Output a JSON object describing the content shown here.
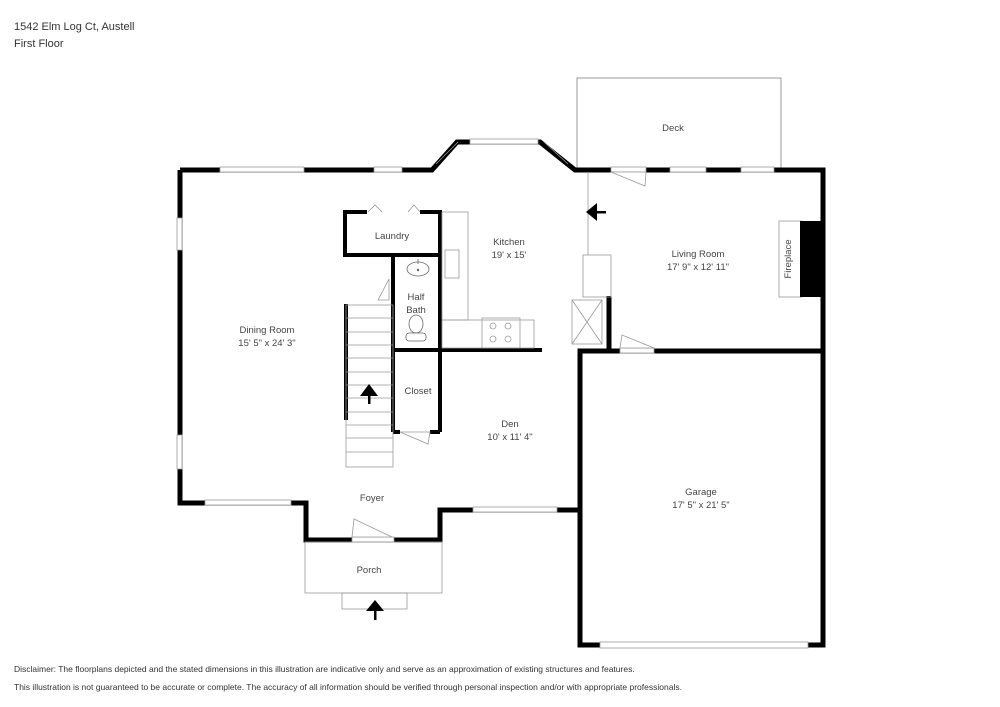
{
  "header": {
    "address": "1542 Elm Log Ct, Austell",
    "floor": "First Floor"
  },
  "rooms": {
    "deck": {
      "name": "Deck"
    },
    "laundry": {
      "name": "Laundry"
    },
    "kitchen": {
      "name": "Kitchen",
      "size": "19' x 15'"
    },
    "living_room": {
      "name": "Living Room",
      "size": "17' 9\" x 12' 11\""
    },
    "fireplace": {
      "name": "Fireplace"
    },
    "half_bath": {
      "name_line1": "Half",
      "name_line2": "Bath"
    },
    "dining_room": {
      "name": "Dining Room",
      "size": "15' 5\" x 24' 3\""
    },
    "closet": {
      "name": "Closet"
    },
    "den": {
      "name": "Den",
      "size": "10' x 11' 4\""
    },
    "foyer": {
      "name": "Foyer"
    },
    "porch": {
      "name": "Porch"
    },
    "garage": {
      "name": "Garage",
      "size": "17' 5\" x 21' 5\""
    }
  },
  "disclaimer": {
    "line1": "Disclaimer: The floorplans depicted and the stated dimensions in this illustration are indicative only and serve as an approximation of existing structures and features.",
    "line2": "This illustration is not guaranteed to be accurate or complete. The accuracy of all information should be verified through personal inspection and/or with appropriate professionals."
  },
  "colors": {
    "wall": "#000000",
    "thin_line": "#999999",
    "text": "#444444"
  }
}
